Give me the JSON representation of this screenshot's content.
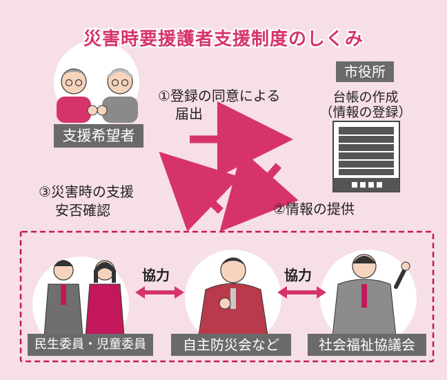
{
  "title": "災害時要援護者支援制度のしくみ",
  "actors": {
    "requester": "支援希望者",
    "city_hall": "市役所",
    "commissioners": "民生委員・児童委員",
    "disaster_org": "自主防災会など",
    "welfare_council": "社会福祉協議会"
  },
  "ledger": {
    "line1": "台帳の作成",
    "line2": "（情報の登録）"
  },
  "steps": {
    "step1_line1": "①登録の同意による",
    "step1_line2": "届出",
    "step2": "②情報の提供",
    "step3_line1": "③災害時の支援",
    "step3_line2": "安否確認"
  },
  "cooperation": {
    "left": "協力",
    "right": "協力"
  },
  "colors": {
    "background": "#f6dfe5",
    "accent": "#d6336c",
    "label_box": "#6a6a6a",
    "circle": "#ffffff"
  }
}
